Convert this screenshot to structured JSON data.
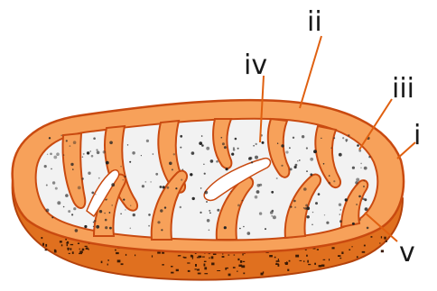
{
  "diagram": {
    "labels": {
      "i": "i",
      "ii": "ii",
      "iii": "iii",
      "iv": "iv",
      "v": "v"
    },
    "colors": {
      "outer_membrane": "#f7a15a",
      "outline": "#c94a10",
      "matrix": "#f2f2f2",
      "matrix_speckle": "#222222",
      "bottom_shell": "#e0701f",
      "bottom_speckle": "#3b1a05",
      "label_text": "#1a1a1a",
      "leader_line": "#e06010"
    }
  }
}
